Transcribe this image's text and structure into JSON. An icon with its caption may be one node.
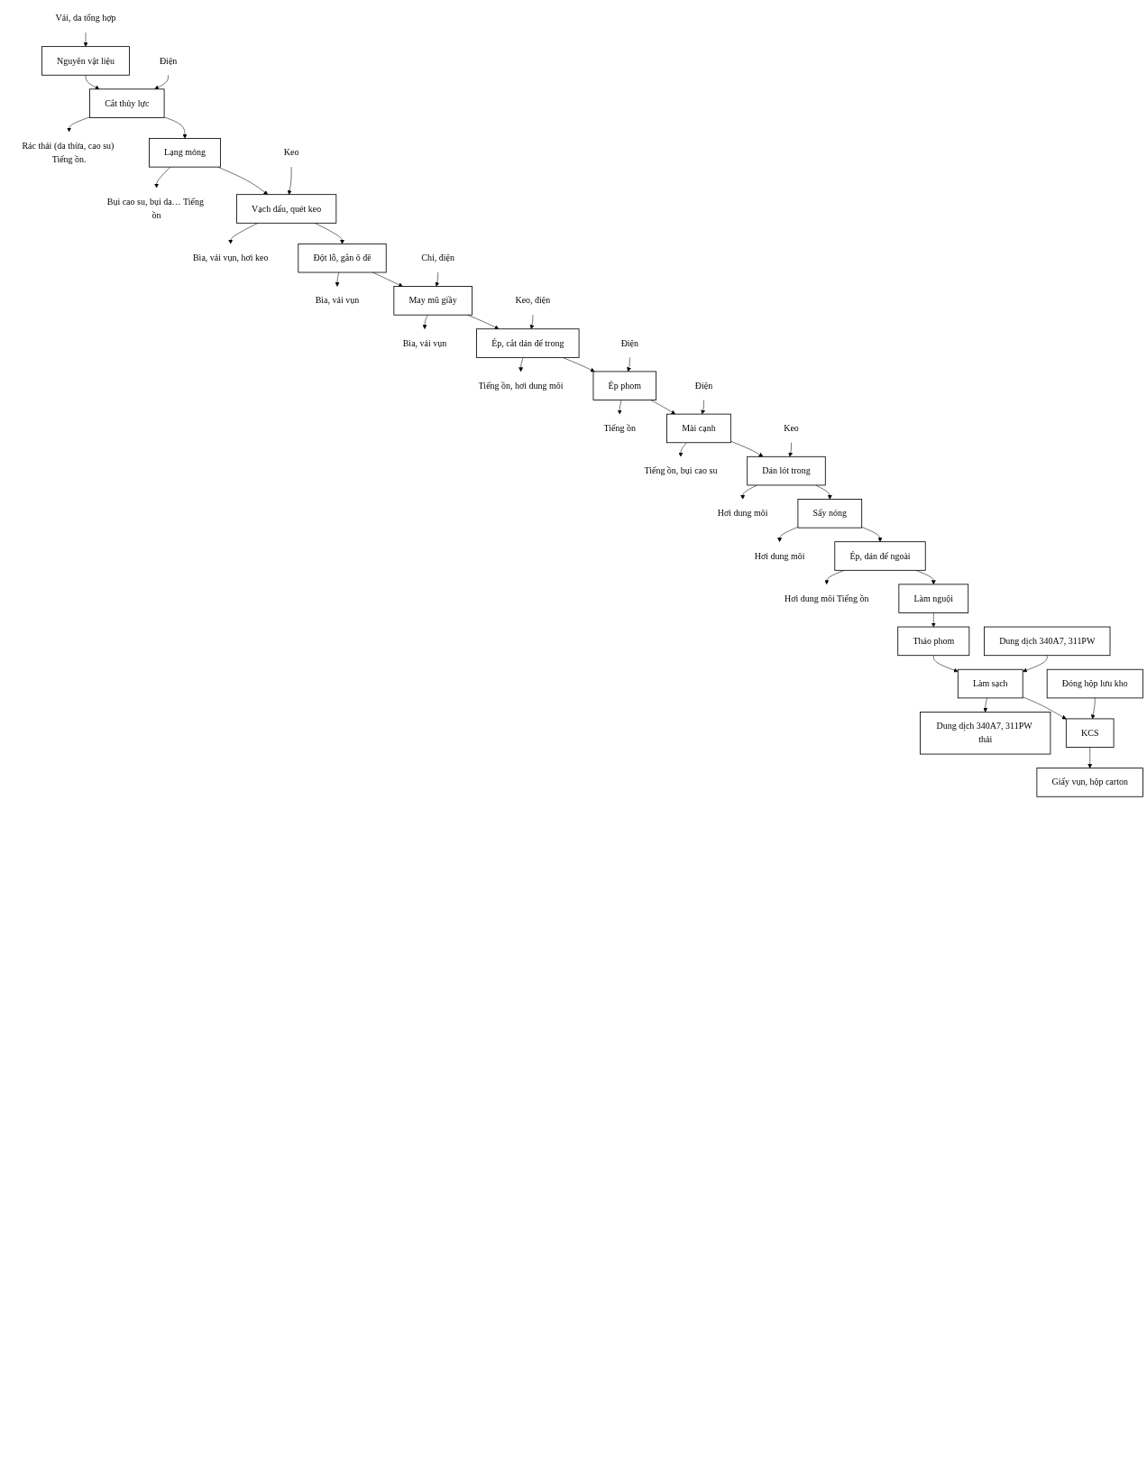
{
  "diagram": {
    "nodes": [
      {
        "text": [
          "Vải, da tổng hợp"
        ]
      },
      {
        "text": [
          "Nguyên vật liệu"
        ]
      },
      {
        "text": [
          "Điện"
        ]
      },
      {
        "text": [
          "Cắt thủy lực"
        ]
      },
      {
        "text": [
          "Rác thải (da thừa, cao su) Tiếng ồn."
        ]
      },
      {
        "text": [
          "Lạng mỏng"
        ]
      },
      {
        "text": [
          "Bụi cao su, bụi da… Tiếng ồn"
        ]
      },
      {
        "text": [
          "Keo"
        ]
      },
      {
        "text": [
          "Vạch dấu, quét keo"
        ]
      },
      {
        "text": [
          "Bìa, vải vụn, hơi keo"
        ]
      },
      {
        "text": [
          "Đột lỗ, gắn ô đê"
        ]
      },
      {
        "text": [
          "Bìa, vải vụn"
        ]
      },
      {
        "text": [
          "Chỉ, điện"
        ]
      },
      {
        "text": [
          "May mũ giầy"
        ]
      },
      {
        "text": [
          "Bìa, vải vụn"
        ]
      },
      {
        "text": [
          "Keo, điện"
        ]
      },
      {
        "text": [
          "Ép, cắt dán đế trong"
        ]
      },
      {
        "text": [
          "Tiếng ồn, hơi dung môi"
        ]
      },
      {
        "text": [
          "Điện"
        ]
      },
      {
        "text": [
          "Ép phom"
        ]
      },
      {
        "text": [
          "Tiếng ồn"
        ]
      },
      {
        "text": [
          "Điện"
        ]
      },
      {
        "text": [
          "Mài cạnh"
        ]
      },
      {
        "text": [
          "Tiếng ồn, bụi cao su"
        ]
      },
      {
        "text": [
          "Keo"
        ]
      },
      {
        "text": [
          "Dán lót trong"
        ]
      },
      {
        "text": [
          "Hơi dung môi"
        ]
      },
      {
        "text": [
          "Sấy nóng"
        ]
      },
      {
        "text": [
          "Hơi dung môi"
        ]
      },
      {
        "text": [
          "Ép, dán đế ngoài"
        ]
      },
      {
        "text": [
          "Hơi dung môi Tiếng ồn"
        ]
      },
      {
        "text": [
          "Làm nguội"
        ]
      },
      {
        "text": [
          "Tháo phom"
        ]
      },
      {
        "text": [
          "Dung dịch 340A7, 311PW"
        ]
      },
      {
        "text": [
          "Làm sạch"
        ]
      },
      {
        "text": [
          "Dung dịch 340A7, 311PW thải"
        ]
      },
      {
        "text": [
          "Đóng hộp lưu kho"
        ]
      },
      {
        "text": [
          "KCS"
        ]
      },
      {
        "text": [
          "Giấy vụn, hộp carton"
        ]
      }
    ],
    "edges": [
      {
        "from": 0,
        "to": 1,
        "arrow": "to"
      },
      {
        "from": 1,
        "to": 3,
        "arrow": "to"
      },
      {
        "from": 2,
        "to": 3,
        "arrow": "to"
      },
      {
        "from": 3,
        "to": 4,
        "arrow": "to"
      },
      {
        "from": 3,
        "to": 5,
        "arrow": "to"
      },
      {
        "from": 5,
        "to": 6,
        "arrow": "to"
      },
      {
        "from": 5,
        "to": 8,
        "arrow": "to"
      },
      {
        "from": 7,
        "to": 8,
        "arrow": "to"
      },
      {
        "from": 8,
        "to": 9,
        "arrow": "to"
      },
      {
        "from": 8,
        "to": 10,
        "arrow": "to"
      },
      {
        "from": 10,
        "to": 11,
        "arrow": "to"
      },
      {
        "from": 10,
        "to": 13,
        "arrow": "to"
      },
      {
        "from": 12,
        "to": 13,
        "arrow": "to"
      },
      {
        "from": 13,
        "to": 14,
        "arrow": "to"
      },
      {
        "from": 13,
        "to": 16,
        "arrow": "to"
      },
      {
        "from": 15,
        "to": 16,
        "arrow": "to"
      },
      {
        "from": 16,
        "to": 17,
        "arrow": "to"
      },
      {
        "from": 16,
        "to": 19,
        "arrow": "to"
      },
      {
        "from": 18,
        "to": 19,
        "arrow": "to"
      },
      {
        "from": 19,
        "to": 20,
        "arrow": "to"
      },
      {
        "from": 19,
        "to": 22,
        "arrow": "to"
      },
      {
        "from": 21,
        "to": 22,
        "arrow": "to"
      },
      {
        "from": 22,
        "to": 23,
        "arrow": "to"
      },
      {
        "from": 22,
        "to": 25,
        "arrow": "to"
      },
      {
        "from": 24,
        "to": 25,
        "arrow": "to"
      },
      {
        "from": 25,
        "to": 26,
        "arrow": "to"
      },
      {
        "from": 25,
        "to": 27,
        "arrow": "to"
      },
      {
        "from": 27,
        "to": 28,
        "arrow": "to"
      },
      {
        "from": 27,
        "to": 29,
        "arrow": "to"
      },
      {
        "from": 29,
        "to": 30,
        "arrow": "to"
      },
      {
        "from": 29,
        "to": 31,
        "arrow": "to"
      },
      {
        "from": 31,
        "to": 32,
        "arrow": "to"
      },
      {
        "from": 32,
        "to": 34,
        "arrow": "to"
      },
      {
        "from": 33,
        "to": 34,
        "arrow": "to"
      },
      {
        "from": 34,
        "to": 35,
        "arrow": "to"
      },
      {
        "from": 34,
        "to": 37,
        "arrow": "to"
      },
      {
        "from": 36,
        "to": 37,
        "arrow": "to"
      },
      {
        "from": 37,
        "to": 38,
        "arrow": "to"
      }
    ]
  }
}
